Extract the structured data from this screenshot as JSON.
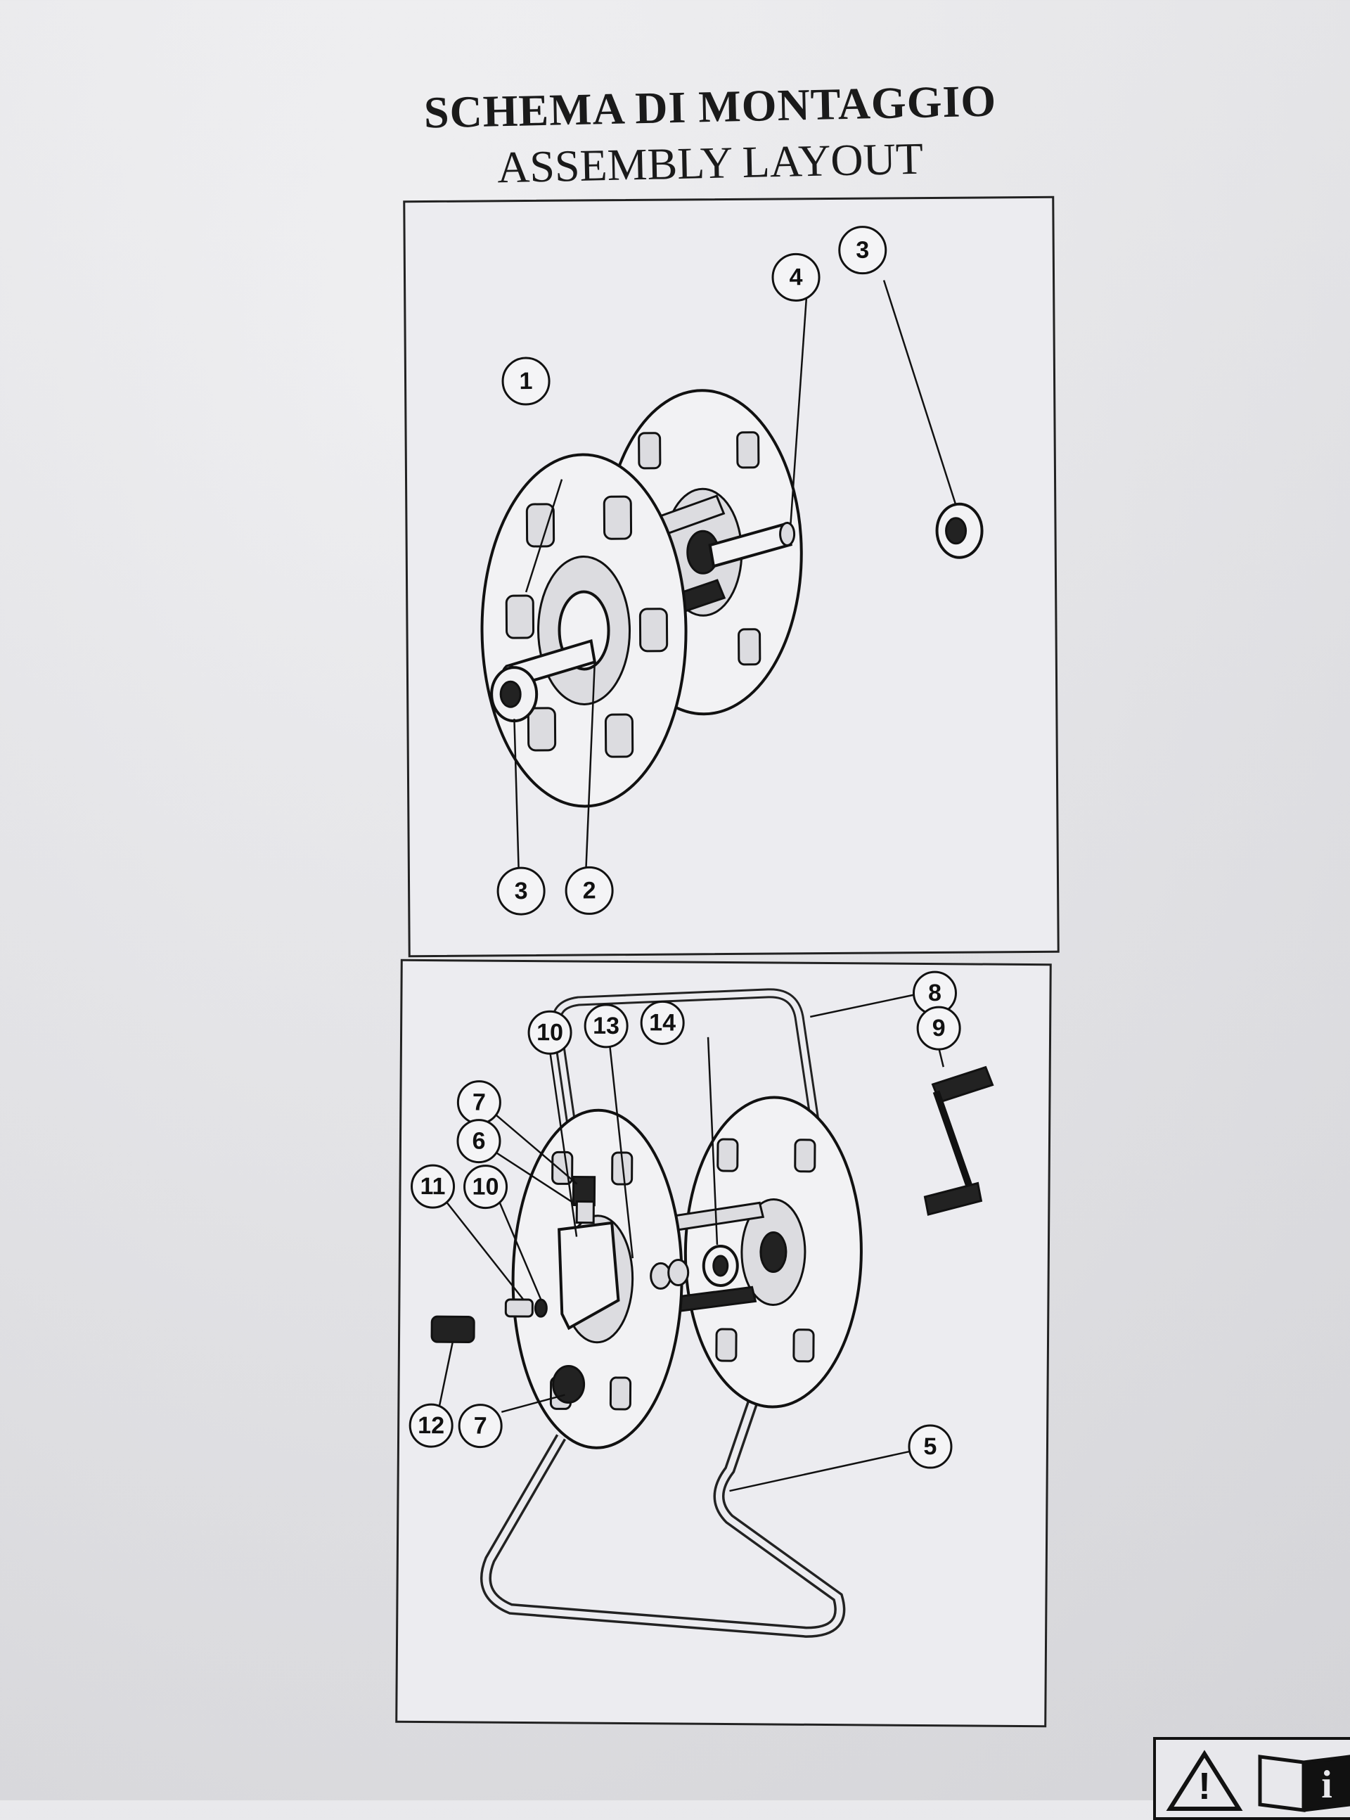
{
  "title": {
    "italian": "SCHEMA DI MONTAGGIO",
    "english": "ASSEMBLY LAYOUT"
  },
  "top_panel": {
    "callouts": [
      "1",
      "2",
      "3",
      "3",
      "4"
    ]
  },
  "bottom_panel": {
    "callouts": [
      "5",
      "6",
      "7",
      "7",
      "8",
      "9",
      "10",
      "10",
      "11",
      "12",
      "13",
      "14"
    ]
  },
  "footer": {
    "icons": [
      "warning-triangle-icon",
      "read-manual-icon"
    ],
    "manual_glyph": "i",
    "warning_glyph": "!"
  }
}
